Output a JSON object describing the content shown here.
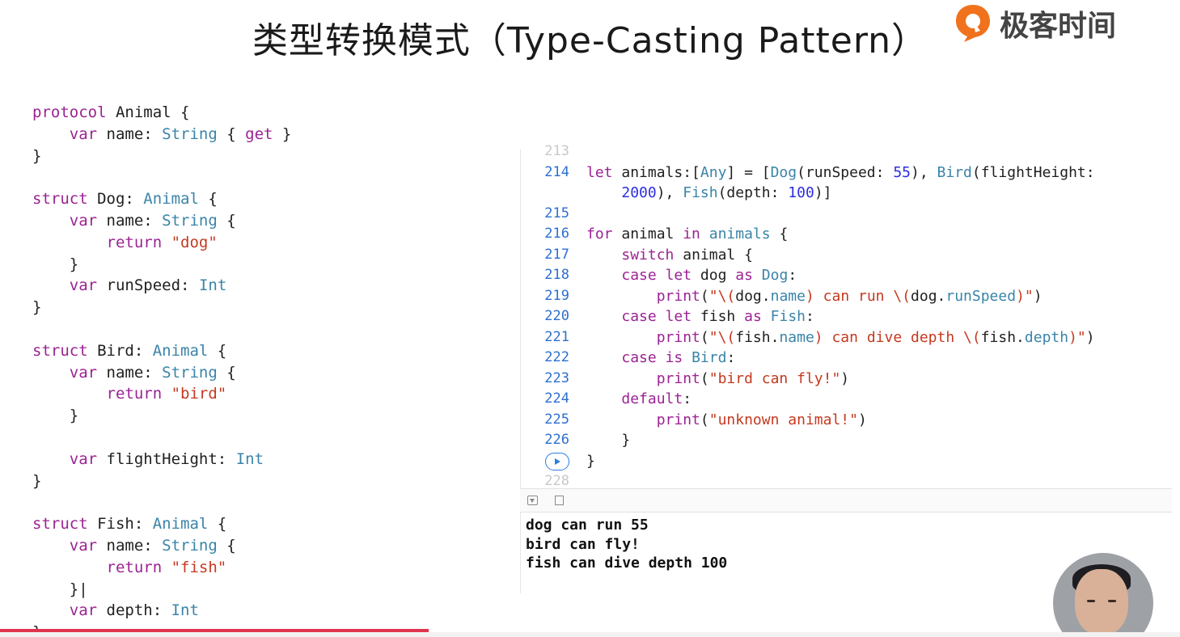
{
  "slide": {
    "title": "类型转换模式（Type-Casting Pattern）",
    "brand": "极客时间",
    "brand_color": "#f0721d"
  },
  "left_code": [
    [
      [
        "kw",
        "protocol"
      ],
      [
        "p",
        " Animal {"
      ]
    ],
    [
      [
        "p",
        "    "
      ],
      [
        "kw",
        "var"
      ],
      [
        "p",
        " name: "
      ],
      [
        "ty",
        "String"
      ],
      [
        "p",
        " { "
      ],
      [
        "kw",
        "get"
      ],
      [
        "p",
        " }"
      ]
    ],
    [
      [
        "p",
        "}"
      ]
    ],
    [
      [
        "p",
        ""
      ]
    ],
    [
      [
        "kw",
        "struct"
      ],
      [
        "p",
        " Dog: "
      ],
      [
        "ty",
        "Animal"
      ],
      [
        "p",
        " {"
      ]
    ],
    [
      [
        "p",
        "    "
      ],
      [
        "kw",
        "var"
      ],
      [
        "p",
        " name: "
      ],
      [
        "ty",
        "String"
      ],
      [
        "p",
        " {"
      ]
    ],
    [
      [
        "p",
        "        "
      ],
      [
        "kw",
        "return"
      ],
      [
        "p",
        " "
      ],
      [
        "str",
        "\"dog\""
      ]
    ],
    [
      [
        "p",
        "    }"
      ]
    ],
    [
      [
        "p",
        "    "
      ],
      [
        "kw",
        "var"
      ],
      [
        "p",
        " runSpeed: "
      ],
      [
        "ty",
        "Int"
      ]
    ],
    [
      [
        "p",
        "}"
      ]
    ],
    [
      [
        "p",
        ""
      ]
    ],
    [
      [
        "kw",
        "struct"
      ],
      [
        "p",
        " Bird: "
      ],
      [
        "ty",
        "Animal"
      ],
      [
        "p",
        " {"
      ]
    ],
    [
      [
        "p",
        "    "
      ],
      [
        "kw",
        "var"
      ],
      [
        "p",
        " name: "
      ],
      [
        "ty",
        "String"
      ],
      [
        "p",
        " {"
      ]
    ],
    [
      [
        "p",
        "        "
      ],
      [
        "kw",
        "return"
      ],
      [
        "p",
        " "
      ],
      [
        "str",
        "\"bird\""
      ]
    ],
    [
      [
        "p",
        "    }"
      ]
    ],
    [
      [
        "p",
        ""
      ]
    ],
    [
      [
        "p",
        "    "
      ],
      [
        "kw",
        "var"
      ],
      [
        "p",
        " flightHeight: "
      ],
      [
        "ty",
        "Int"
      ]
    ],
    [
      [
        "p",
        "}"
      ]
    ],
    [
      [
        "p",
        ""
      ]
    ],
    [
      [
        "kw",
        "struct"
      ],
      [
        "p",
        " Fish: "
      ],
      [
        "ty",
        "Animal"
      ],
      [
        "p",
        " {"
      ]
    ],
    [
      [
        "p",
        "    "
      ],
      [
        "kw",
        "var"
      ],
      [
        "p",
        " name: "
      ],
      [
        "ty",
        "String"
      ],
      [
        "p",
        " {"
      ]
    ],
    [
      [
        "p",
        "        "
      ],
      [
        "kw",
        "return"
      ],
      [
        "p",
        " "
      ],
      [
        "str",
        "\"fish\""
      ]
    ],
    [
      [
        "p",
        "    }|"
      ]
    ],
    [
      [
        "p",
        "    "
      ],
      [
        "kw",
        "var"
      ],
      [
        "p",
        " depth: "
      ],
      [
        "ty",
        "Int"
      ]
    ],
    [
      [
        "p",
        "}"
      ]
    ]
  ],
  "editor_lines": [
    {
      "num": "213",
      "dim": true,
      "tokens": []
    },
    {
      "num": "214",
      "tokens": [
        [
          "kw",
          "let"
        ],
        [
          "p",
          " animals:["
        ],
        [
          "ty",
          "Any"
        ],
        [
          "p",
          "] = ["
        ],
        [
          "ty",
          "Dog"
        ],
        [
          "p",
          "(runSpeed: "
        ],
        [
          "num",
          "55"
        ],
        [
          "p",
          "), "
        ],
        [
          "ty",
          "Bird"
        ],
        [
          "p",
          "(flightHeight:"
        ]
      ]
    },
    {
      "num": "",
      "tokens": [
        [
          "p",
          "    "
        ],
        [
          "num",
          "2000"
        ],
        [
          "p",
          "), "
        ],
        [
          "ty",
          "Fish"
        ],
        [
          "p",
          "(depth: "
        ],
        [
          "num",
          "100"
        ],
        [
          "p",
          ")]"
        ]
      ]
    },
    {
      "num": "215",
      "tokens": []
    },
    {
      "num": "216",
      "tokens": [
        [
          "kw",
          "for"
        ],
        [
          "p",
          " animal "
        ],
        [
          "kw",
          "in"
        ],
        [
          "p",
          " "
        ],
        [
          "prop",
          "animals"
        ],
        [
          "p",
          " {"
        ]
      ]
    },
    {
      "num": "217",
      "tokens": [
        [
          "p",
          "    "
        ],
        [
          "kw",
          "switch"
        ],
        [
          "p",
          " animal {"
        ]
      ]
    },
    {
      "num": "218",
      "tokens": [
        [
          "p",
          "    "
        ],
        [
          "kw",
          "case"
        ],
        [
          "p",
          " "
        ],
        [
          "kw",
          "let"
        ],
        [
          "p",
          " dog "
        ],
        [
          "kw",
          "as"
        ],
        [
          "p",
          " "
        ],
        [
          "ty",
          "Dog"
        ],
        [
          "p",
          ":"
        ]
      ]
    },
    {
      "num": "219",
      "tokens": [
        [
          "p",
          "        "
        ],
        [
          "kw",
          "print"
        ],
        [
          "p",
          "("
        ],
        [
          "str",
          "\"\\("
        ],
        [
          "p",
          "dog."
        ],
        [
          "prop",
          "name"
        ],
        [
          "str",
          ") can run \\("
        ],
        [
          "p",
          "dog."
        ],
        [
          "prop",
          "runSpeed"
        ],
        [
          "str",
          ")\""
        ],
        [
          "p",
          ")"
        ]
      ]
    },
    {
      "num": "220",
      "tokens": [
        [
          "p",
          "    "
        ],
        [
          "kw",
          "case"
        ],
        [
          "p",
          " "
        ],
        [
          "kw",
          "let"
        ],
        [
          "p",
          " fish "
        ],
        [
          "kw",
          "as"
        ],
        [
          "p",
          " "
        ],
        [
          "ty",
          "Fish"
        ],
        [
          "p",
          ":"
        ]
      ]
    },
    {
      "num": "221",
      "tokens": [
        [
          "p",
          "        "
        ],
        [
          "kw",
          "print"
        ],
        [
          "p",
          "("
        ],
        [
          "str",
          "\"\\("
        ],
        [
          "p",
          "fish."
        ],
        [
          "prop",
          "name"
        ],
        [
          "str",
          ") can dive depth \\("
        ],
        [
          "p",
          "fish."
        ],
        [
          "prop",
          "depth"
        ],
        [
          "str",
          ")\""
        ],
        [
          "p",
          ")"
        ]
      ]
    },
    {
      "num": "222",
      "tokens": [
        [
          "p",
          "    "
        ],
        [
          "kw",
          "case"
        ],
        [
          "p",
          " "
        ],
        [
          "kw",
          "is"
        ],
        [
          "p",
          " "
        ],
        [
          "ty",
          "Bird"
        ],
        [
          "p",
          ":"
        ]
      ]
    },
    {
      "num": "223",
      "tokens": [
        [
          "p",
          "        "
        ],
        [
          "kw",
          "print"
        ],
        [
          "p",
          "("
        ],
        [
          "str",
          "\"bird can fly!\""
        ],
        [
          "p",
          ")"
        ]
      ]
    },
    {
      "num": "224",
      "tokens": [
        [
          "p",
          "    "
        ],
        [
          "kw",
          "default"
        ],
        [
          "p",
          ":"
        ]
      ]
    },
    {
      "num": "225",
      "tokens": [
        [
          "p",
          "        "
        ],
        [
          "kw",
          "print"
        ],
        [
          "p",
          "("
        ],
        [
          "str",
          "\"unknown animal!\""
        ],
        [
          "p",
          ")"
        ]
      ]
    },
    {
      "num": "226",
      "tokens": [
        [
          "p",
          "    }"
        ]
      ]
    },
    {
      "num": "",
      "run": true,
      "tokens": [
        [
          "p",
          "}"
        ]
      ]
    },
    {
      "num": "228",
      "dim": true,
      "tokens": []
    }
  ],
  "console_output": [
    "dog can run 55",
    "bird can fly!",
    "fish can dive depth 100"
  ]
}
